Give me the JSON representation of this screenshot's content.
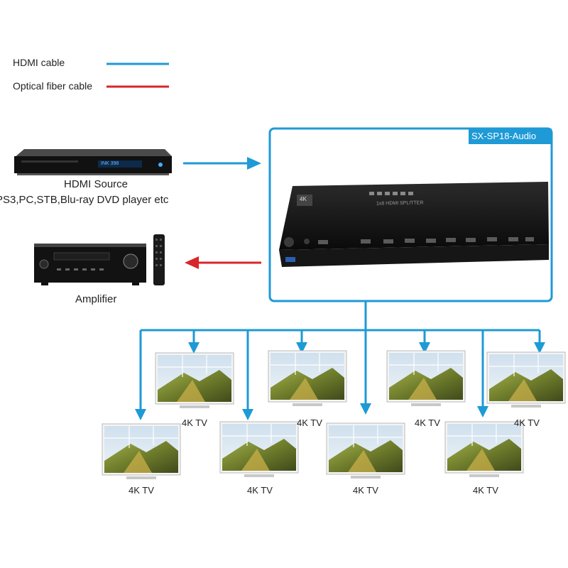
{
  "legend": {
    "hdmi_label": "HDMI cable",
    "hdmi_color": "#1e9ad6",
    "optical_label": "Optical fiber cable",
    "optical_color": "#d9262b"
  },
  "source": {
    "label_line1": "HDMI Source",
    "label_line2": "PS3,PC,STB,Blu-ray DVD player etc",
    "display_text": "INK  398"
  },
  "amplifier": {
    "label": "Amplifier"
  },
  "splitter": {
    "model": "SX-SP18-Audio",
    "front_text": "1x8  HDMI SPLITTER",
    "badge": "4K"
  },
  "tv": {
    "label": "4K TV"
  },
  "tvs_back_row": [
    "4K TV",
    "4K TV",
    "4K TV",
    "4K TV"
  ],
  "tvs_front_row": [
    "4K TV",
    "4K TV",
    "4K TV",
    "4K TV"
  ]
}
